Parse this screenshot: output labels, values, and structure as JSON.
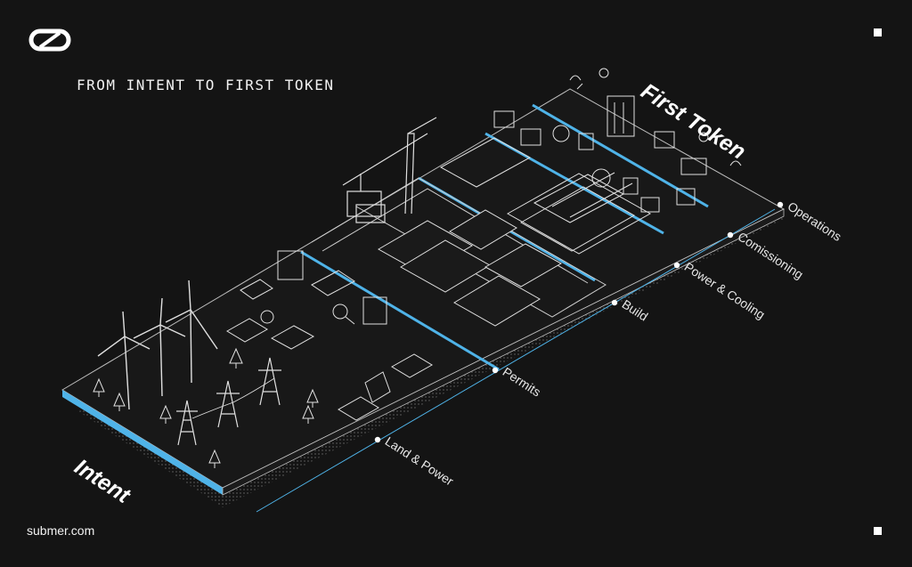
{
  "header": {
    "title": "FROM INTENT TO FIRST TOKEN"
  },
  "footer": {
    "site": "submer.com"
  },
  "brand": {
    "logo_icon": "submer-logo-icon",
    "accent": "#4fb3e8",
    "line": "#cfcfcf",
    "background": "#141414"
  },
  "labels": {
    "intent": "Intent",
    "first_token": "First Token"
  },
  "stages": [
    {
      "label": "Land & Power"
    },
    {
      "label": "Permits"
    },
    {
      "label": "Build"
    },
    {
      "label": "Power & Cooling"
    },
    {
      "label": "Comissioning"
    },
    {
      "label": "Operations"
    }
  ]
}
